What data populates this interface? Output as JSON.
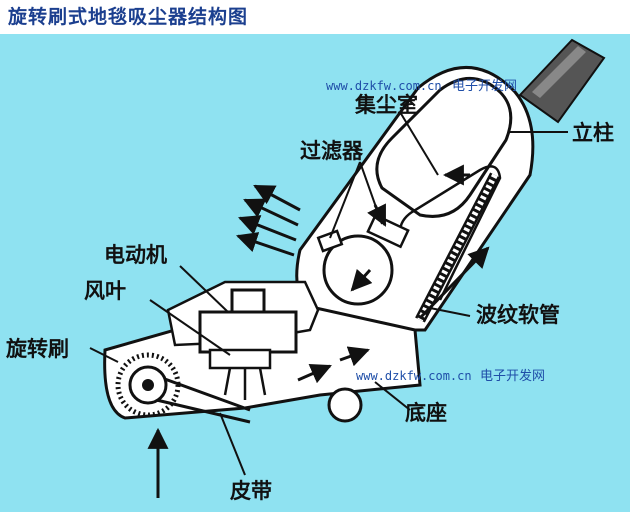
{
  "title": "旋转刷式地毯吸尘器结构图",
  "labels": {
    "dust_chamber": "集尘室",
    "column": "立柱",
    "filter": "过滤器",
    "motor": "电动机",
    "fan": "风叶",
    "rotating_brush": "旋转刷",
    "corrugated_hose": "波纹软管",
    "base": "底座",
    "belt": "皮带"
  },
  "watermark": {
    "url": "www.dzkfw.com.cn",
    "site_name": "电子开发网"
  },
  "colors": {
    "background": "#8fe2f1",
    "outline": "#111111",
    "body_fill": "#ffffff",
    "title": "#1b3f8f",
    "watermark": "#1f4ea8"
  }
}
